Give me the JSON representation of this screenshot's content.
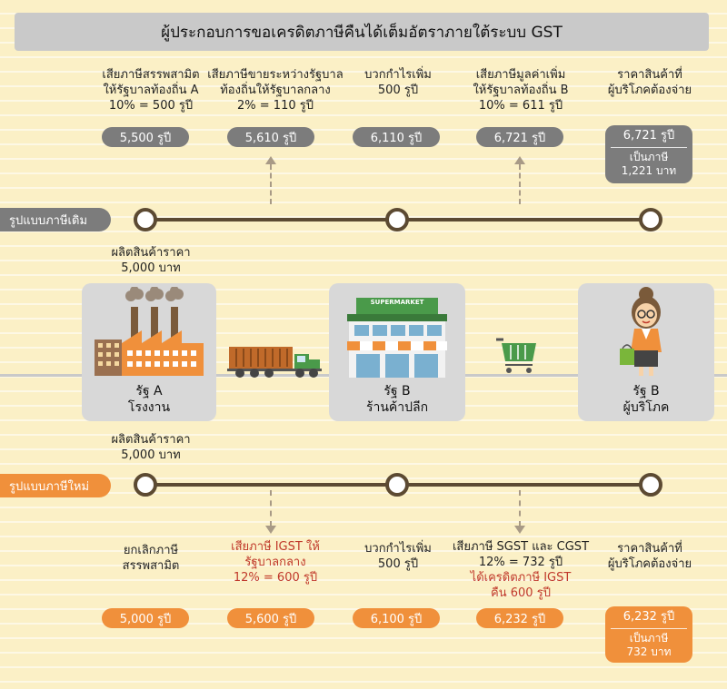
{
  "title": "ผู้ประกอบการขอเครดิตภาษีคืนได้เต็มอัตราภายใต้ระบบ GST",
  "old_system": {
    "label": "รูปแบบภาษีเดิม",
    "produce_note": [
      "ผลิตสินค้าราคา",
      "5,000 บาท"
    ],
    "steps": [
      {
        "lines": [
          "เสียภาษีสรรพสามิต",
          "ให้รัฐบาลท้องถิ่น A",
          "10% = 500 รูปี"
        ],
        "value": "5,500 รูปี"
      },
      {
        "lines": [
          "เสียภาษีขายระหว่างรัฐบาล",
          "ท้องถิ่นให้รัฐบาลกลาง",
          "2% = 110 รูปี"
        ],
        "value": "5,610 รูปี"
      },
      {
        "lines": [
          "บวกกำไรเพิ่ม",
          "500 รูปี"
        ],
        "value": "6,110 รูปี"
      },
      {
        "lines": [
          "เสียภาษีมูลค่าเพิ่ม",
          "ให้รัฐบาลท้องถิ่น B",
          "10% = 611 รูปี"
        ],
        "value": "6,721 รูปี"
      },
      {
        "lines": [
          "ราคาสินค้าที่",
          "ผู้บริโภคต้องจ่าย"
        ],
        "value": "6,721 รูปี",
        "tax_lines": [
          "เป็นภาษี",
          "1,221 บาท"
        ]
      }
    ]
  },
  "new_system": {
    "label": "รูปแบบภาษีใหม่",
    "produce_note": [
      "ผลิตสินค้าราคา",
      "5,000 บาท"
    ],
    "steps": [
      {
        "lines": [
          "ยกเลิกภาษี",
          "สรรพสามิต"
        ],
        "value": "5,000 รูปี"
      },
      {
        "lines": [
          "เสียภาษี IGST ให้",
          "รัฐบาลกลาง",
          "12% = 600 รูปี"
        ],
        "value": "5,600 รูปี"
      },
      {
        "lines": [
          "บวกกำไรเพิ่ม",
          "500 รูปี"
        ],
        "value": "6,100 รูปี"
      },
      {
        "lines": [
          "เสียภาษี SGST และ CGST",
          "12% = 732 รูปี",
          "ได้เครดิตภาษี IGST",
          "คืน 600 รูปี"
        ],
        "value": "6,232 รูปี"
      },
      {
        "lines": [
          "ราคาสินค้าที่",
          "ผู้บริโภคต้องจ่าย"
        ],
        "value": "6,232 รูปี",
        "tax_lines": [
          "เป็นภาษี",
          "732 บาท"
        ]
      }
    ]
  },
  "actors": {
    "factory": [
      "รัฐ A",
      "โรงงาน"
    ],
    "store": [
      "รัฐ B",
      "ร้านค้าปลีก"
    ],
    "store_sign": "SUPERMARKET",
    "consumer": [
      "รัฐ B",
      "ผู้บริโภค"
    ]
  },
  "colors": {
    "orange": "#f0903b",
    "gray": "#7c7c7c",
    "background": "#fbf0c6",
    "highlight_red": "#c0392b",
    "timeline": "#5c4a32"
  }
}
